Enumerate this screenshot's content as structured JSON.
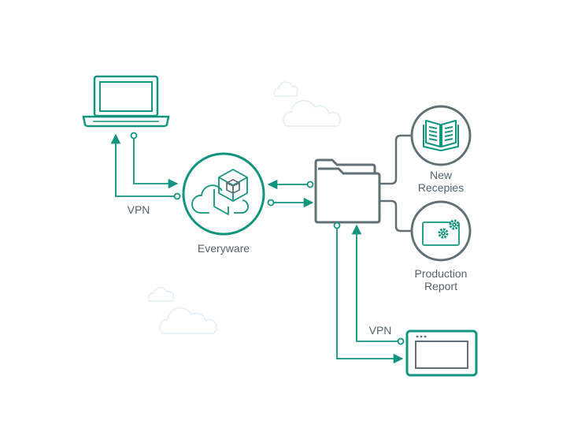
{
  "colors": {
    "teal": "#13947f",
    "slate": "#607076",
    "cloud": "#e3eef4",
    "text": "#53636c"
  },
  "nodes": {
    "hub_label": "Everyware",
    "recipes_label_line1": "New",
    "recipes_label_line2": "Recepies",
    "report_label_line1": "Production",
    "report_label_line2": "Report"
  },
  "connections": {
    "laptop_link_label": "VPN",
    "panel_link_label": "VPN"
  },
  "icons": [
    "laptop-icon",
    "cloud-cube-icon",
    "folder-icon",
    "book-icon",
    "gears-screen-icon",
    "hmi-panel-icon",
    "cloud-icon"
  ]
}
